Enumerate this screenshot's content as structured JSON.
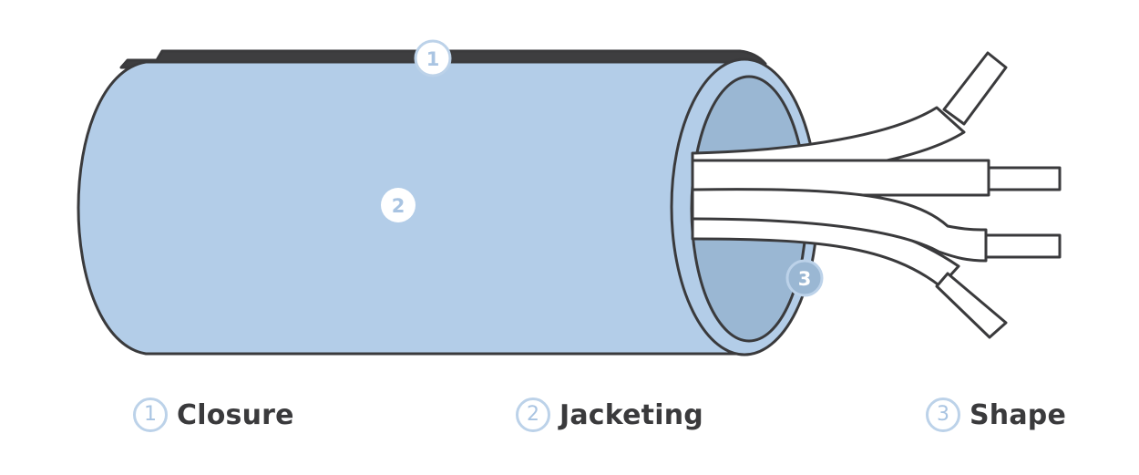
{
  "colors": {
    "jacket_fill": "#b3cde8",
    "jacket_inner": "#9ab7d3",
    "outline": "#3a3a3c",
    "closure_band": "#3e3e40",
    "badge_accent": "#bcd2e9",
    "wire_fill": "#ffffff"
  },
  "markers": [
    {
      "number": "1"
    },
    {
      "number": "2"
    },
    {
      "number": "3"
    }
  ],
  "legend": [
    {
      "number": "1",
      "label": "Closure"
    },
    {
      "number": "2",
      "label": "Jacketing"
    },
    {
      "number": "3",
      "label": "Shape"
    }
  ]
}
